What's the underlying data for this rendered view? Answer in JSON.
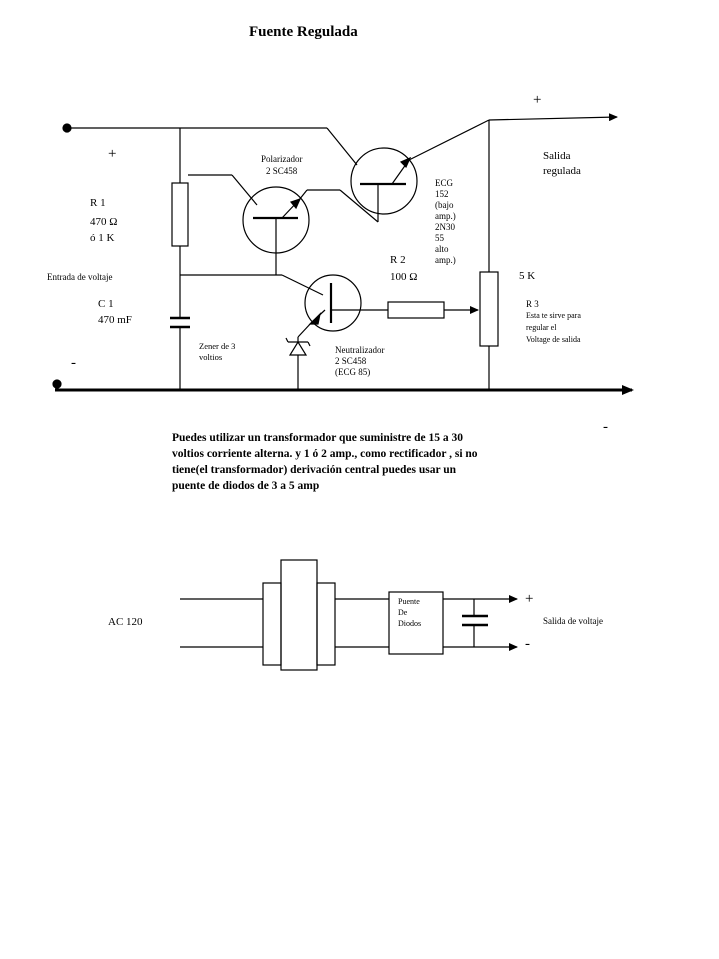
{
  "title": "Fuente Regulada",
  "labels": {
    "plus_top_right": "+",
    "plus_input": "+",
    "minus_input": "-",
    "minus_bottom_right": "-",
    "salida_1": "Salida",
    "salida_2": "regulada",
    "r1_1": "R 1",
    "r1_2": "470  Ω",
    "r1_3": "ó 1 K",
    "entrada": "Entrada de voltaje",
    "c1_1": "C 1",
    "c1_2": "470 mF",
    "polarizador_1": "Polarizador",
    "polarizador_2": "2 SC458",
    "ecg_1": "ECG",
    "ecg_2": "152",
    "ecg_3": "(bajo",
    "ecg_4": "amp.)",
    "ecg_5": "2N30",
    "ecg_6": "55",
    "ecg_7": "alto",
    "ecg_8": "amp.)",
    "r2_1": "R 2",
    "r2_2": "100 Ω",
    "pot_value": "5 K",
    "r3_1": "R 3",
    "r3_2": "Esta te sirve para",
    "r3_3": "regular el",
    "r3_4": "Voltage de salida",
    "zener_1": "Zener de 3",
    "zener_2": "voltios",
    "neutralizador_1": "Neutralizador",
    "neutralizador_2": "2 SC458",
    "neutralizador_3": "(ECG 85)",
    "ac": "AC 120",
    "puente_1": "Puente",
    "puente_2": "De",
    "puente_3": "Diodos",
    "plus_psu": "+",
    "minus_psu": "-",
    "salida_voltaje": "Salida de voltaje"
  },
  "note": "Puedes utilizar un transformador que suministre de 15 a 30 voltios corriente alterna. y  1  ó 2 amp., como rectificador , si no tiene(el transformador) derivación central puedes usar un puente de diodos de 3  a 5 amp"
}
